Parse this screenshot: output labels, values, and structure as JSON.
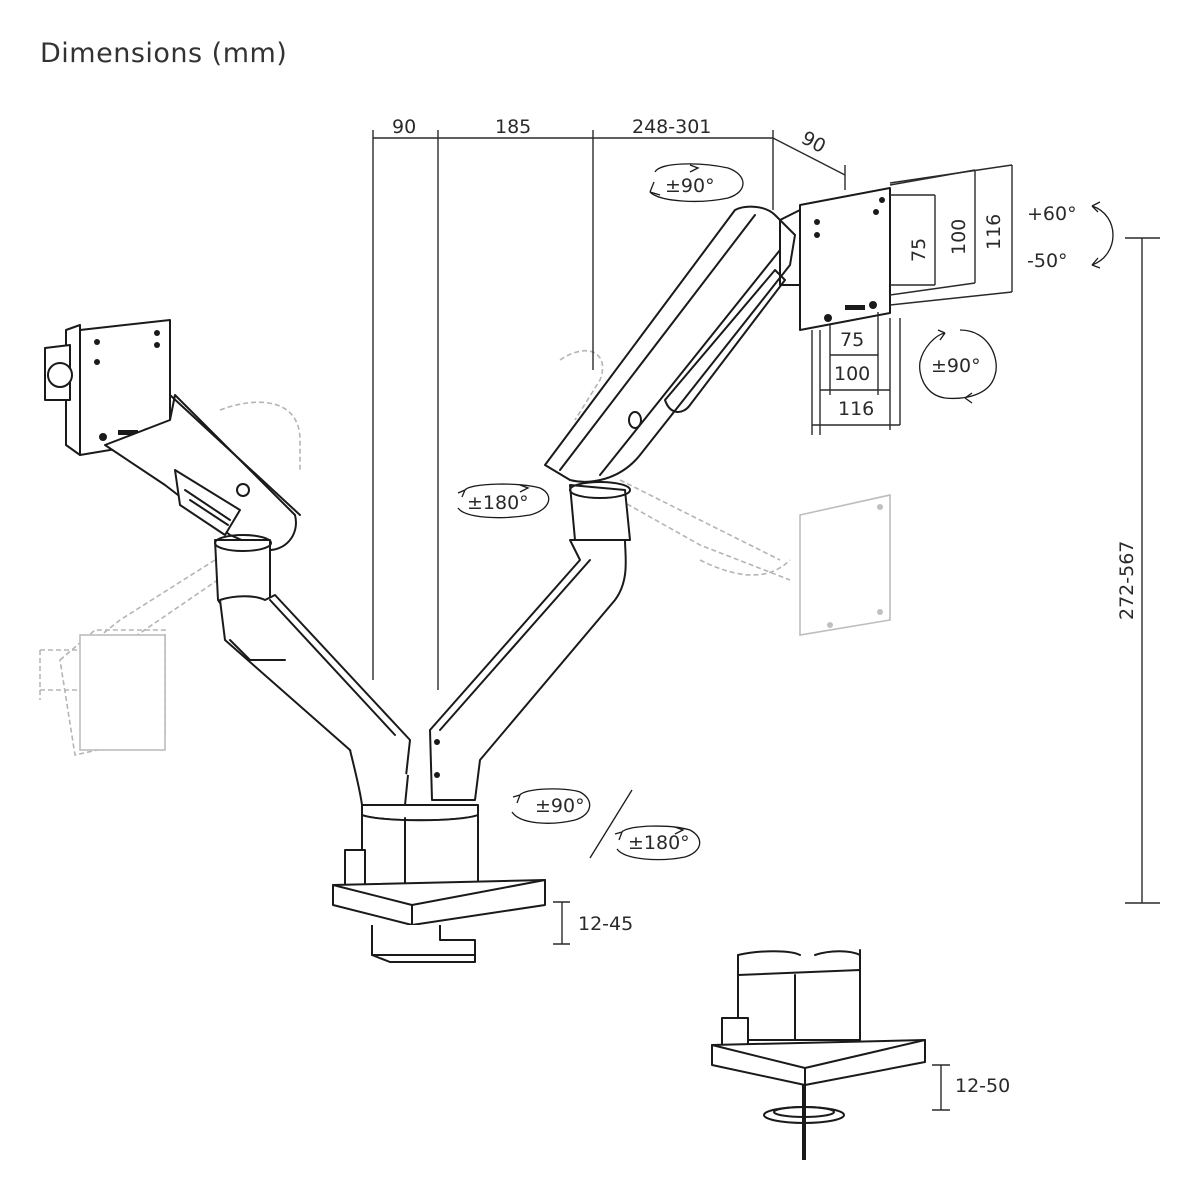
{
  "title": "Dimensions (mm)",
  "dimensions": {
    "top_a": "90",
    "top_b": "185",
    "top_c": "248-301",
    "depth": "90",
    "vesa_h_75": "75",
    "vesa_h_100": "100",
    "vesa_h_116": "116",
    "vesa_w_75": "75",
    "vesa_w_100": "100",
    "vesa_w_116": "116",
    "height_range": "272-567",
    "clamp_thickness": "12-45",
    "grommet_thickness": "12-50"
  },
  "rotations": {
    "arm_top": "±90°",
    "tilt_up": "+60°",
    "tilt_down": "-50°",
    "monitor_rotate": "±90°",
    "elbow": "±180°",
    "base_90": "±90°",
    "base_180": "±180°"
  },
  "colors": {
    "line": "#1a1a1a",
    "ghost": "#b5b5b5",
    "text": "#2a2a2a"
  }
}
